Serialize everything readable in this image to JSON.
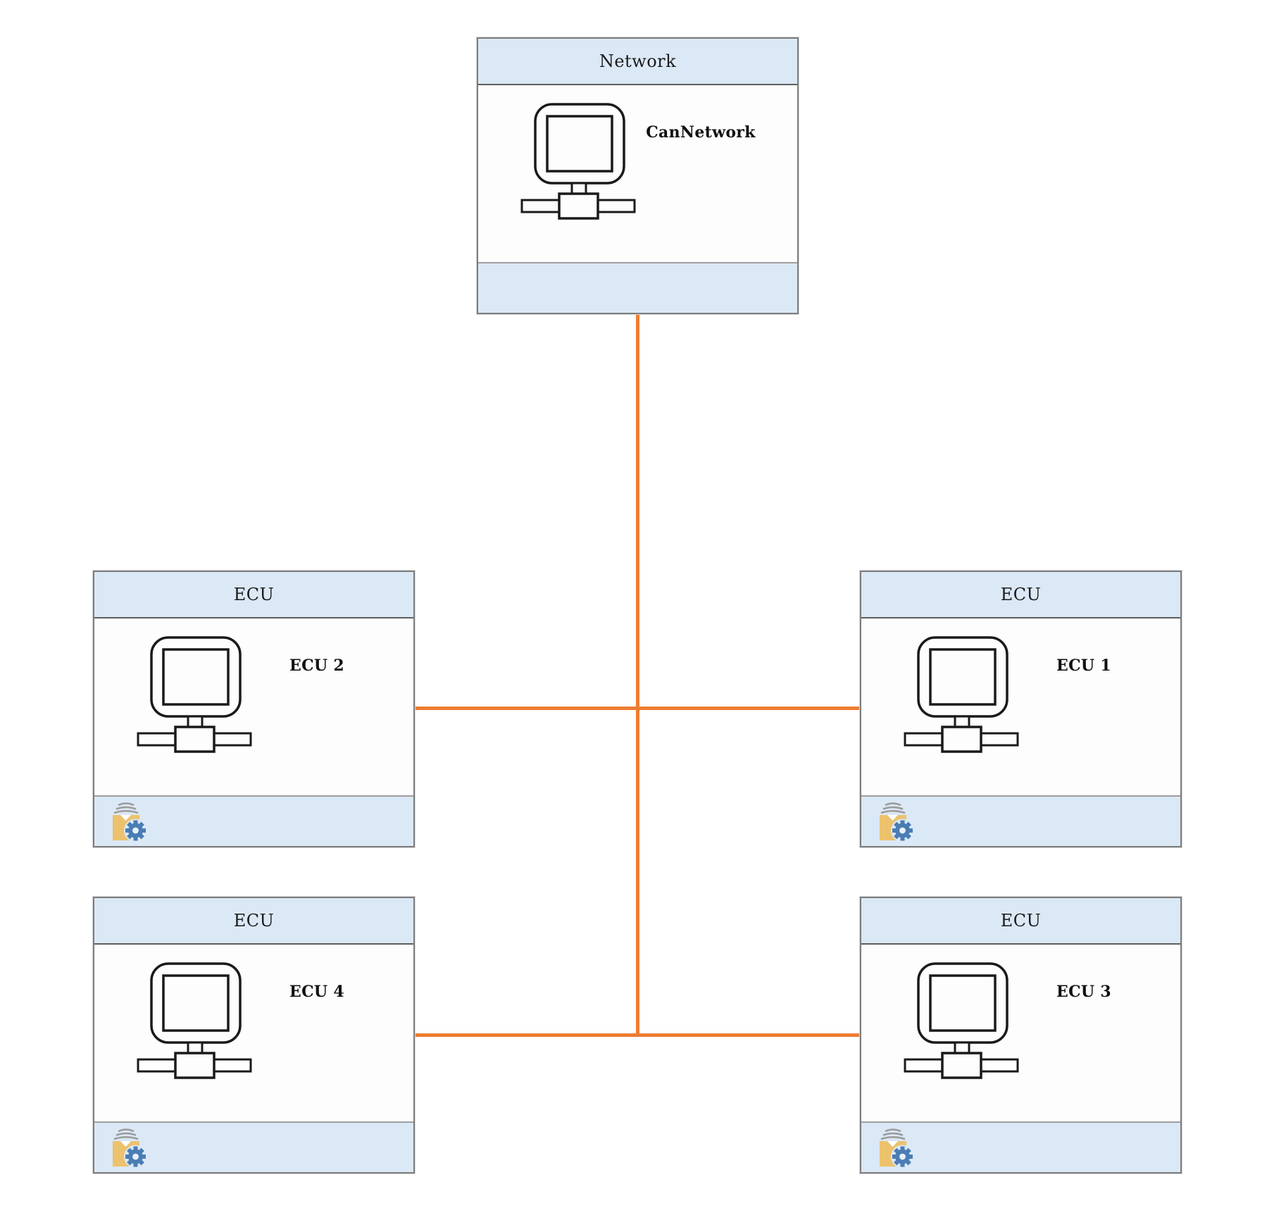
{
  "diagram": {
    "type": "network-topology",
    "bus_color": "#ED7D31",
    "header_fill": "#DBE8F6",
    "body_fill": "#FDFDFD",
    "border_color": "#7D7D7D",
    "nodes": [
      {
        "id": "network",
        "stereotype": "Network",
        "label": "CanNetwork",
        "icon": "network-workstation-icon",
        "footer_icons": []
      },
      {
        "id": "ecu2",
        "stereotype": "ECU",
        "label": "ECU 2",
        "icon": "network-workstation-icon",
        "footer_icons": [
          "config-file-icon",
          "gear-icon"
        ]
      },
      {
        "id": "ecu1",
        "stereotype": "ECU",
        "label": "ECU 1",
        "icon": "network-workstation-icon",
        "footer_icons": [
          "config-file-icon",
          "gear-icon"
        ]
      },
      {
        "id": "ecu4",
        "stereotype": "ECU",
        "label": "ECU 4",
        "icon": "network-workstation-icon",
        "footer_icons": [
          "config-file-icon",
          "gear-icon"
        ]
      },
      {
        "id": "ecu3",
        "stereotype": "ECU",
        "label": "ECU 3",
        "icon": "network-workstation-icon",
        "footer_icons": [
          "config-file-icon",
          "gear-icon"
        ]
      }
    ],
    "connections": [
      {
        "from": "CanNetwork",
        "to": "ECU 1"
      },
      {
        "from": "CanNetwork",
        "to": "ECU 2"
      },
      {
        "from": "CanNetwork",
        "to": "ECU 3"
      },
      {
        "from": "CanNetwork",
        "to": "ECU 4"
      }
    ]
  }
}
